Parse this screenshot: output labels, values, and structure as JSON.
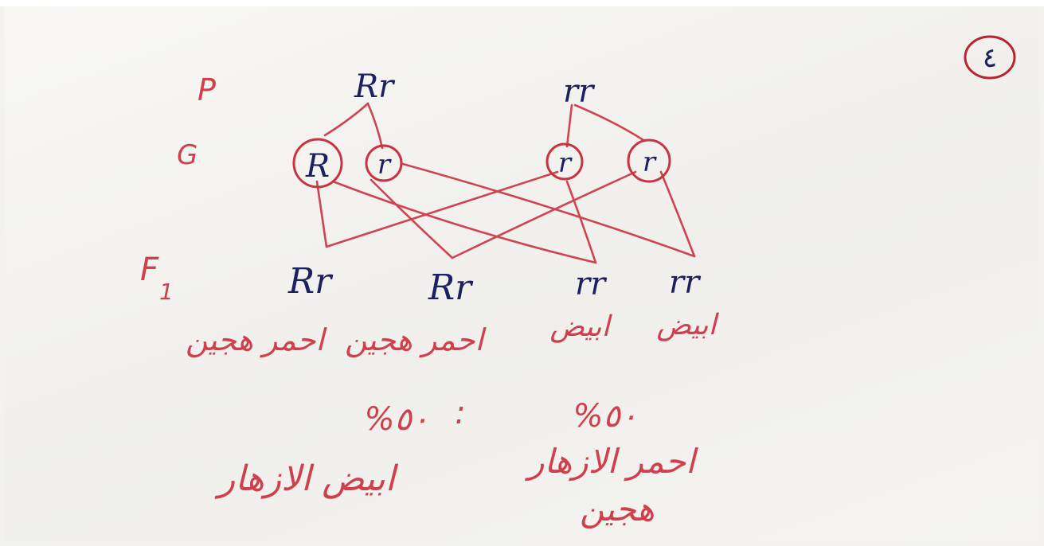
{
  "diagram": {
    "question_number": "٤",
    "row_labels": {
      "parents": "P",
      "gametes": "G",
      "offspring": "F",
      "offspring_sub": "1"
    },
    "parents": [
      {
        "id": "p1",
        "genotype": "Rr"
      },
      {
        "id": "p2",
        "genotype": "rr"
      }
    ],
    "gametes": [
      {
        "id": "g1",
        "allele": "R",
        "parent": "p1"
      },
      {
        "id": "g2",
        "allele": "r",
        "parent": "p1"
      },
      {
        "id": "g3",
        "allele": "r",
        "parent": "p2"
      },
      {
        "id": "g4",
        "allele": "r",
        "parent": "p2"
      }
    ],
    "offspring": [
      {
        "id": "f1",
        "genotype": "Rr",
        "phenotype": "احمر هجين"
      },
      {
        "id": "f2",
        "genotype": "Rr",
        "phenotype": "احمر هجين"
      },
      {
        "id": "f3",
        "genotype": "rr",
        "phenotype": "ابيض"
      },
      {
        "id": "f4",
        "genotype": "rr",
        "phenotype": "ابيض"
      }
    ],
    "cross_edges": [
      [
        "g1",
        "f1"
      ],
      [
        "g1",
        "f3"
      ],
      [
        "g2",
        "f2"
      ],
      [
        "g2",
        "f4"
      ],
      [
        "g3",
        "f1"
      ],
      [
        "g3",
        "f3"
      ],
      [
        "g4",
        "f2"
      ],
      [
        "g4",
        "f4"
      ]
    ],
    "ratio": {
      "left": {
        "percent": "%٥٠",
        "label": "ابيض الازهار"
      },
      "separator": ":",
      "right": {
        "percent": "%٥٠",
        "label_line1": "احمر الازهار",
        "label_line2": "هجين"
      }
    }
  },
  "colors": {
    "blue_ink": "#1d2060",
    "red_ink": "#cf3f4c",
    "paper": "#f4f3ef"
  }
}
